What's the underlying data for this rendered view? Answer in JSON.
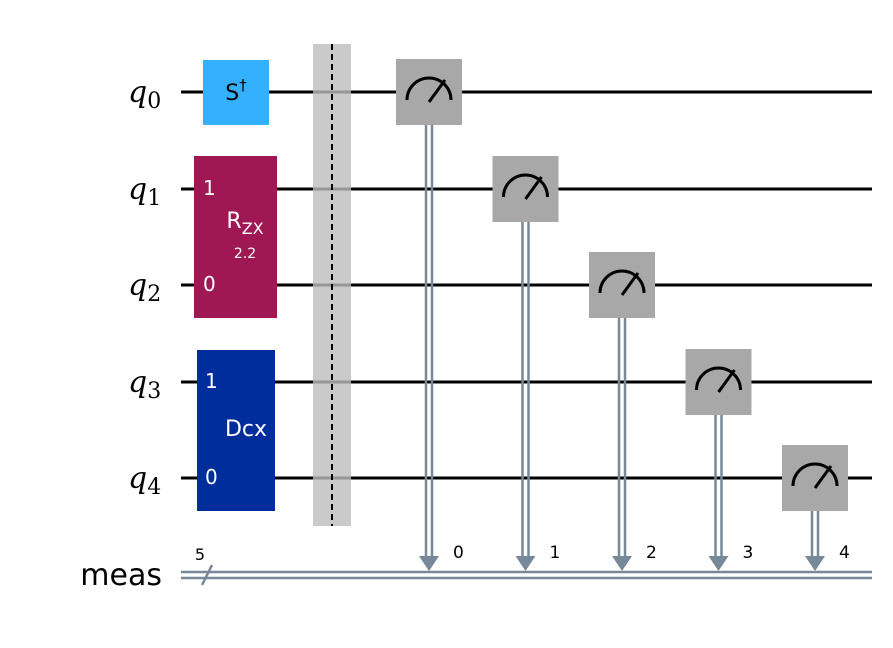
{
  "qubits": [
    {
      "name": "q",
      "index": "0"
    },
    {
      "name": "q",
      "index": "1"
    },
    {
      "name": "q",
      "index": "2"
    },
    {
      "name": "q",
      "index": "3"
    },
    {
      "name": "q",
      "index": "4"
    }
  ],
  "classical": {
    "label": "meas",
    "width": "5"
  },
  "gates": {
    "sdg": {
      "label": "S",
      "sup": "†",
      "color": "#33b1ff"
    },
    "rzx": {
      "label": "R",
      "sub": "ZX",
      "param": "2.2",
      "top_port": "1",
      "bottom_port": "0",
      "color": "#9f1853"
    },
    "dcx": {
      "label": "Dcx",
      "top_port": "1",
      "bottom_port": "0",
      "color": "#002d9c"
    }
  },
  "barrier": {
    "color": "#bdbdbd"
  },
  "measure": {
    "box_color": "#a8a8a8",
    "line_color": "#778899"
  },
  "measurements": [
    {
      "qubit": "0",
      "bit": "0"
    },
    {
      "qubit": "1",
      "bit": "1"
    },
    {
      "qubit": "2",
      "bit": "2"
    },
    {
      "qubit": "3",
      "bit": "3"
    },
    {
      "qubit": "4",
      "bit": "4"
    }
  ]
}
